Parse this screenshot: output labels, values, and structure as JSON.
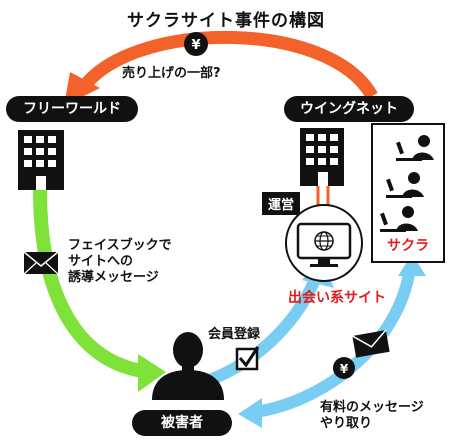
{
  "title": "サクラサイト事件の構図",
  "nodes": {
    "free_world": "フリーワールド",
    "wing_net": "ウイングネット",
    "victim": "被害者",
    "sakura": "サクラ",
    "dating_site": "出会い系サイト"
  },
  "labels": {
    "profit_share": "売り上げの一部?",
    "operation": "運営",
    "guidance_line1": "フェイスブックで",
    "guidance_line2": "サイトへの",
    "guidance_line3": "誘導メッセージ",
    "registration": "会員登録",
    "paid_msg_line1": "有料のメッセージ",
    "paid_msg_line2": "やり取り"
  },
  "symbols": {
    "yen": "¥"
  },
  "colors": {
    "orange_arrow": "#f2622a",
    "green_arrow": "#7ee23a",
    "blue_arrow": "#79cdf2",
    "accent_red": "#e21d1d",
    "ink": "#111111"
  }
}
